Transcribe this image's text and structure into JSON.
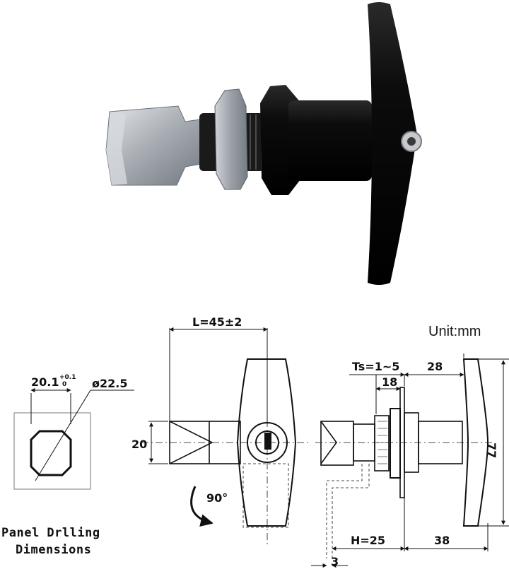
{
  "unit_label": "Unit:mm",
  "panel_caption_line1": "Panel Drlling",
  "panel_caption_line2": "Dimensions",
  "dimensions": {
    "square": "20.1",
    "square_tol_upper": "+0.1",
    "square_tol_lower": "0",
    "diameter": "ø22.5",
    "length": "L=45±2",
    "height_20": "20",
    "rotation": "90°",
    "thickness": "Ts=1~5",
    "d28": "28",
    "d18": "18",
    "d77": "77",
    "h25": "H=25",
    "d38": "38",
    "d3": "3"
  },
  "colors": {
    "handle": "#0d0d0d",
    "metal": "#b9bdc2",
    "line": "#111111"
  }
}
